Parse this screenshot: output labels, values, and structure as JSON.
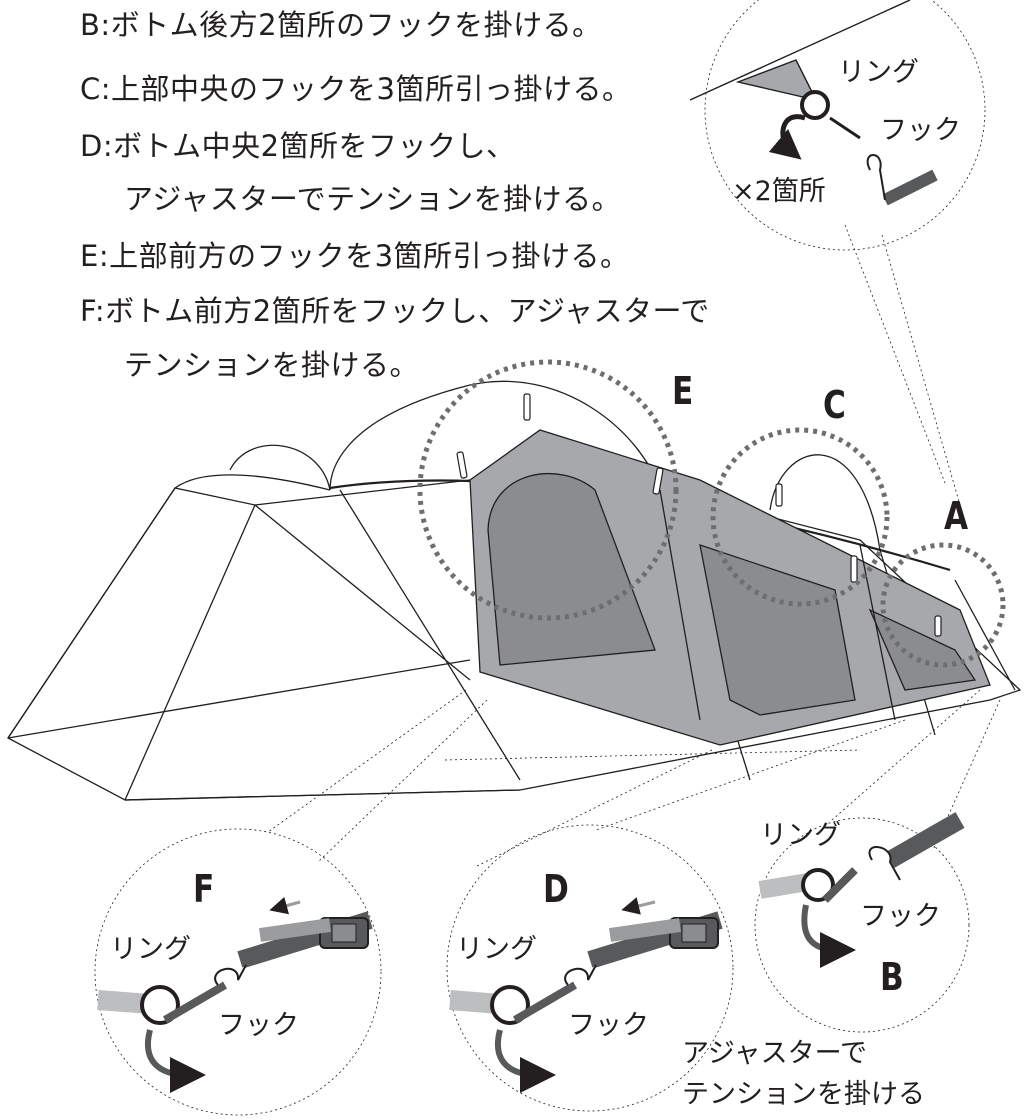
{
  "instructions": [
    "B:ボトム後方2箇所のフックを掛ける。",
    "C:上部中央のフックを3箇所引っ掛ける。",
    "D:ボトム中央2箇所をフックし、",
    "アジャスターでテンションを掛ける。",
    "E:上部前方のフックを3箇所引っ掛ける。",
    "F:ボトム前方2箇所をフックし、アジャスターで",
    "テンションを掛ける。"
  ],
  "markers": {
    "a": "A",
    "b": "B",
    "c": "C",
    "d": "D",
    "e": "E",
    "f": "F"
  },
  "callouts": {
    "top_ring": "リング",
    "top_hook": "フック",
    "top_count": "×2箇所",
    "b_ring": "リング",
    "b_hook": "フック",
    "d_ring": "リング",
    "d_hook": "フック",
    "d_adjuster_1": "アジャスターで",
    "d_adjuster_2": "テンションを掛ける",
    "f_ring": "リング",
    "f_hook": "フック"
  },
  "colors": {
    "line": "#231f20",
    "inner_tent": "#a6a8ab",
    "mesh": "#8a8c8f",
    "strap": "#58595b",
    "ring_strap": "#bcbec0",
    "dotted_circle": "#6d6e71"
  }
}
